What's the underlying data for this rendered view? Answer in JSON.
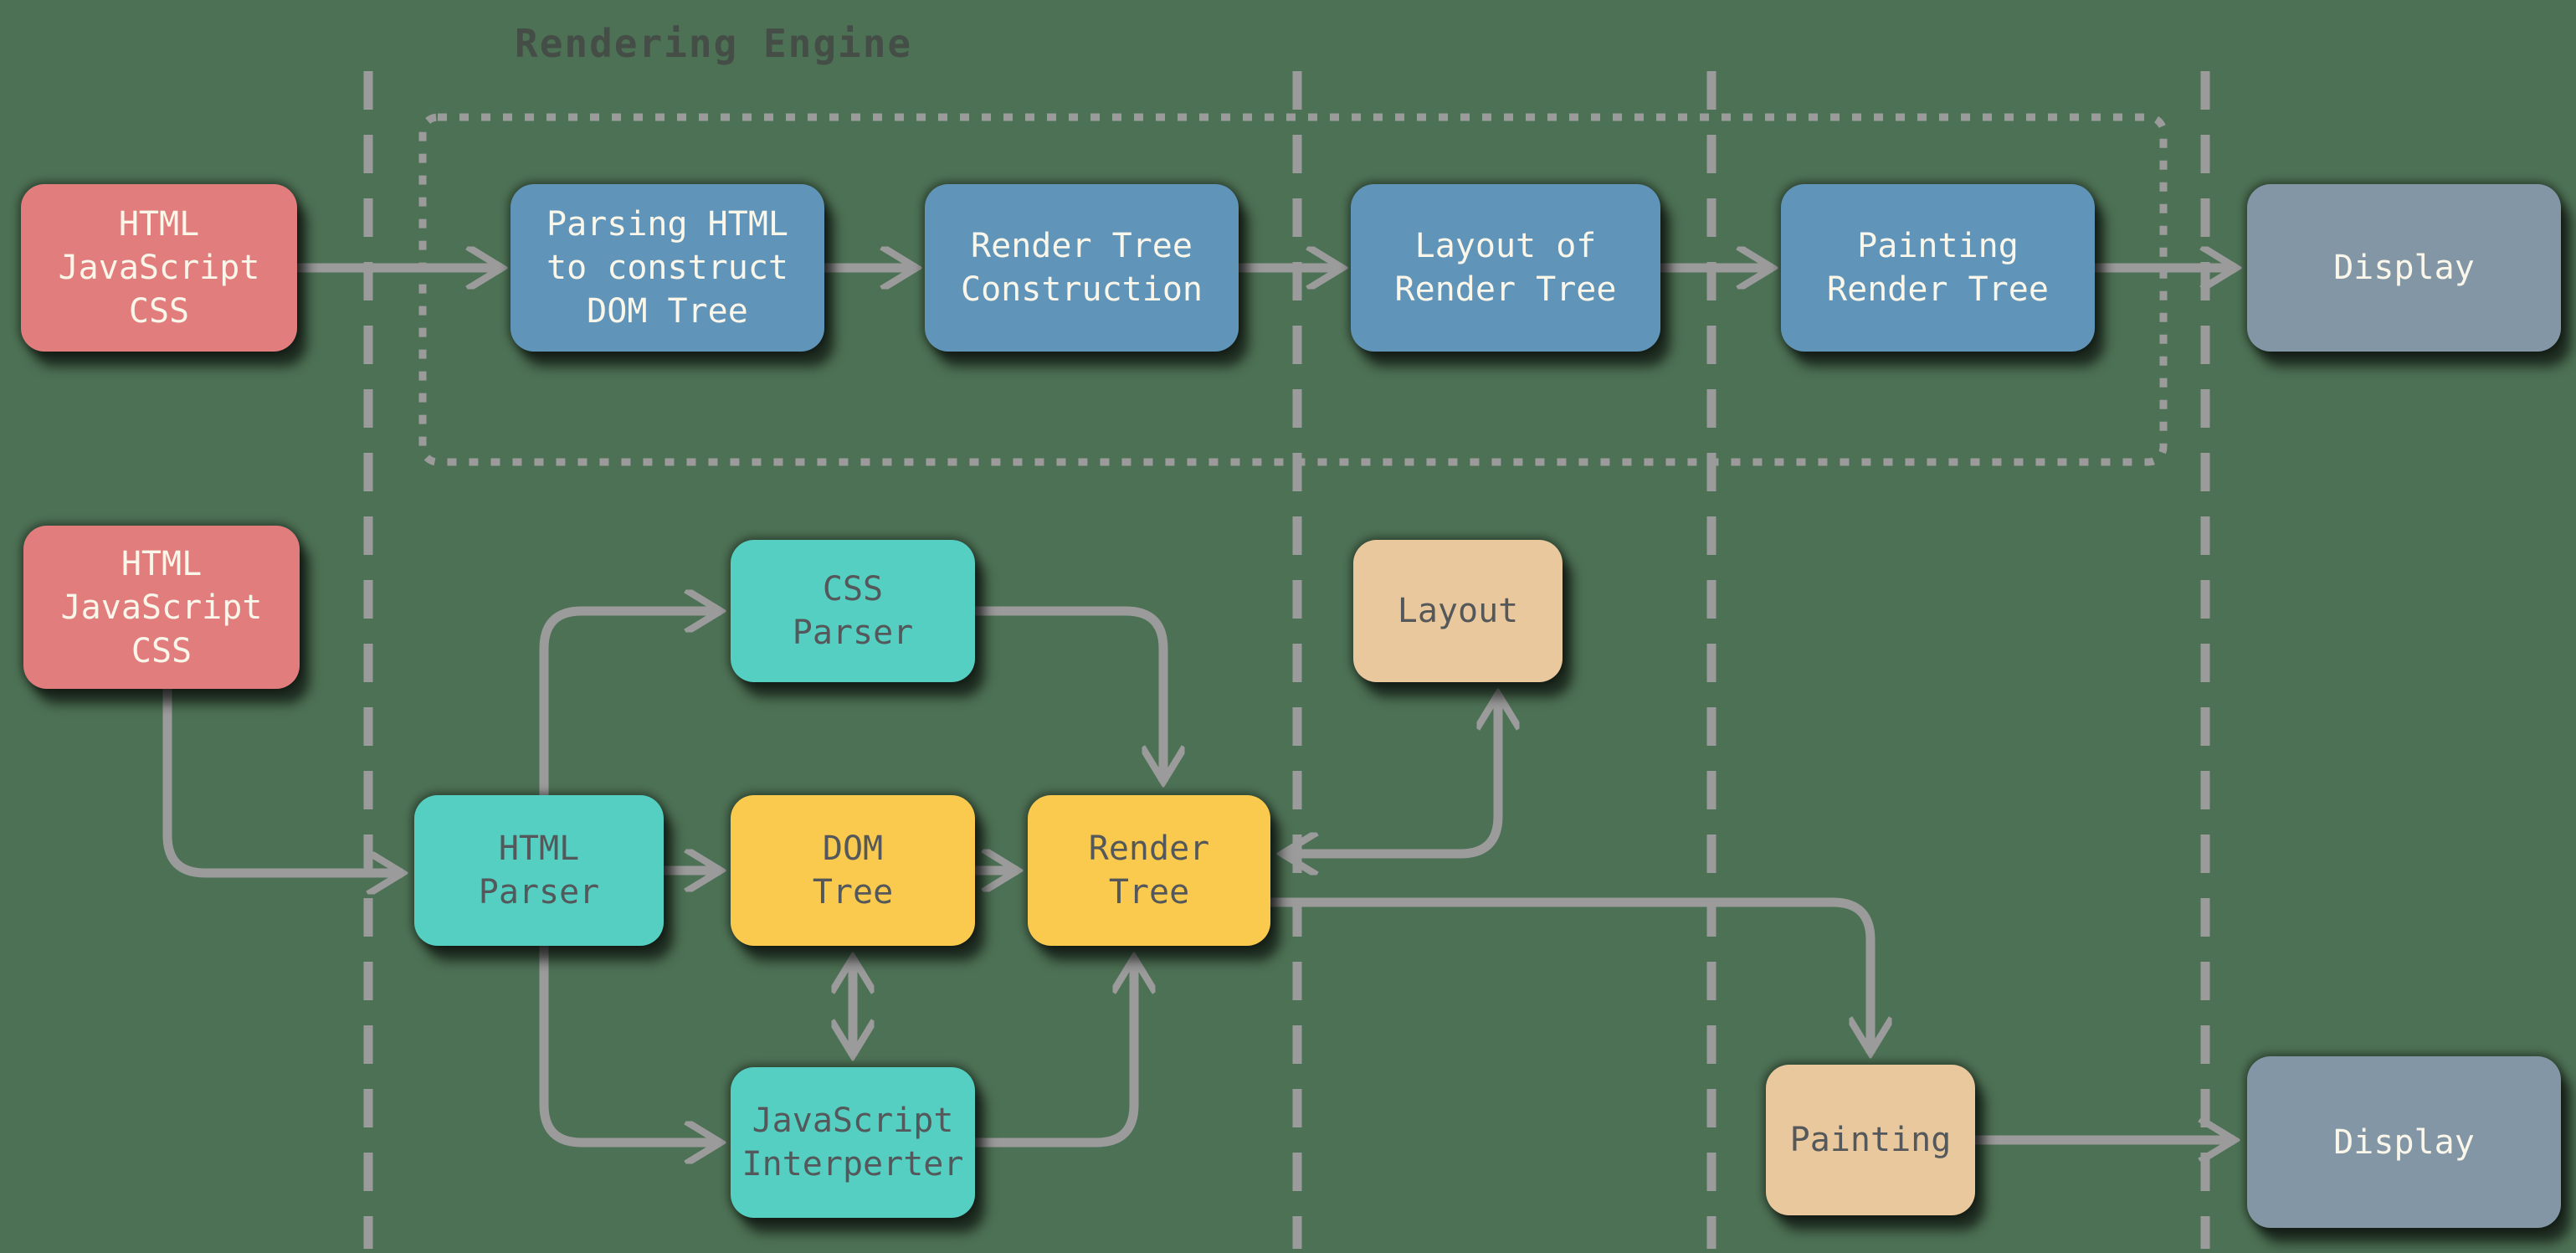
{
  "diagram_title": "Rendering Engine",
  "boxes": {
    "source_top": {
      "label": "HTML\nJavaScript\nCSS",
      "type": "source"
    },
    "parsing_html": {
      "label": "Parsing HTML\nto construct\nDOM Tree",
      "type": "stage"
    },
    "render_tree_construction": {
      "label": "Render Tree\nConstruction",
      "type": "stage"
    },
    "layout_of_render_tree": {
      "label": "Layout of\nRender Tree",
      "type": "stage"
    },
    "painting_render_tree": {
      "label": "Painting\nRender Tree",
      "type": "stage"
    },
    "display_top": {
      "label": "Display",
      "type": "display"
    },
    "source_bottom": {
      "label": "HTML\nJavaScript\nCSS",
      "type": "source"
    },
    "html_parser": {
      "label": "HTML\nParser",
      "type": "parser"
    },
    "css_parser": {
      "label": "CSS\nParser",
      "type": "parser"
    },
    "dom_tree": {
      "label": "DOM\nTree",
      "type": "tree"
    },
    "render_tree": {
      "label": "Render\nTree",
      "type": "tree"
    },
    "layout": {
      "label": "Layout",
      "type": "process"
    },
    "javascript_interpreter": {
      "label": "JavaScript\nInterperter",
      "type": "parser"
    },
    "painting": {
      "label": "Painting",
      "type": "process"
    },
    "display_bottom": {
      "label": "Display",
      "type": "display"
    }
  },
  "connections": [
    {
      "from": "source_top",
      "to": "parsing_html",
      "style": "arrow"
    },
    {
      "from": "parsing_html",
      "to": "render_tree_construction",
      "style": "arrow"
    },
    {
      "from": "render_tree_construction",
      "to": "layout_of_render_tree",
      "style": "arrow"
    },
    {
      "from": "layout_of_render_tree",
      "to": "painting_render_tree",
      "style": "arrow"
    },
    {
      "from": "painting_render_tree",
      "to": "display_top",
      "style": "arrow"
    },
    {
      "from": "source_bottom",
      "to": "html_parser",
      "style": "arrow"
    },
    {
      "from": "html_parser",
      "to": "css_parser",
      "style": "arrow"
    },
    {
      "from": "html_parser",
      "to": "dom_tree",
      "style": "arrow"
    },
    {
      "from": "html_parser",
      "to": "javascript_interpreter",
      "style": "arrow"
    },
    {
      "from": "css_parser",
      "to": "render_tree",
      "style": "arrow"
    },
    {
      "from": "dom_tree",
      "to": "render_tree",
      "style": "arrow"
    },
    {
      "from": "dom_tree",
      "to": "javascript_interpreter",
      "style": "double-arrow"
    },
    {
      "from": "javascript_interpreter",
      "to": "render_tree",
      "style": "arrow"
    },
    {
      "from": "render_tree",
      "to": "layout",
      "style": "double-arrow"
    },
    {
      "from": "render_tree",
      "to": "painting",
      "style": "arrow"
    },
    {
      "from": "painting",
      "to": "display_bottom",
      "style": "arrow"
    }
  ],
  "colors": {
    "background": "#4d7154",
    "source_box": "#e17e7d",
    "stage_box": "#6095b9",
    "display_box": "#8296a5",
    "parser_box": "#55cfc1",
    "tree_box": "#f9ca4e",
    "process_box": "#e9c89d",
    "wire_gray": "#9b9b9b",
    "dark_text": "#54585b",
    "light_text": "#faf6e9",
    "title_text": "#454d47"
  }
}
